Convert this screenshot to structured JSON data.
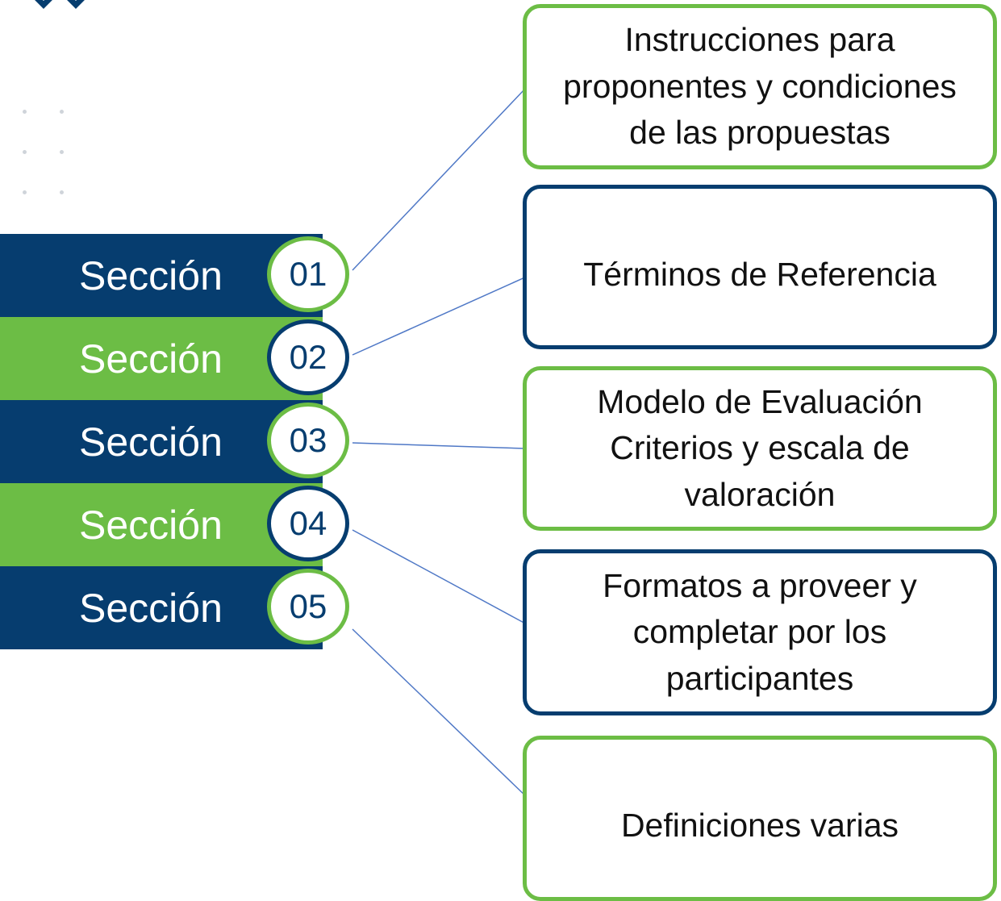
{
  "colors": {
    "navy": "#063d6f",
    "green": "#6cbd45",
    "connector": "#4f78c6",
    "dots": "#cfd4da"
  },
  "logo": {
    "icon": "chevron-logo-icon"
  },
  "sections": [
    {
      "label": "Sección",
      "number": "01",
      "bar_color": "navy",
      "ring_color": "green"
    },
    {
      "label": "Sección",
      "number": "02",
      "bar_color": "green",
      "ring_color": "navy"
    },
    {
      "label": "Sección",
      "number": "03",
      "bar_color": "navy",
      "ring_color": "green"
    },
    {
      "label": "Sección",
      "number": "04",
      "bar_color": "green",
      "ring_color": "navy"
    },
    {
      "label": "Sección",
      "number": "05",
      "bar_color": "navy",
      "ring_color": "green"
    }
  ],
  "descriptions": [
    {
      "lines": [
        "Instrucciones para",
        "proponentes y condiciones",
        "de las propuestas"
      ],
      "border_color": "green"
    },
    {
      "lines": [
        "Términos de Referencia"
      ],
      "border_color": "navy"
    },
    {
      "lines": [
        "Modelo de Evaluación",
        "Criterios  y escala de",
        "valoración"
      ],
      "border_color": "green"
    },
    {
      "lines": [
        "Formatos a proveer y",
        "completar por los",
        "participantes"
      ],
      "border_color": "navy"
    },
    {
      "lines": [
        "Definiciones varias"
      ],
      "border_color": "green"
    }
  ]
}
